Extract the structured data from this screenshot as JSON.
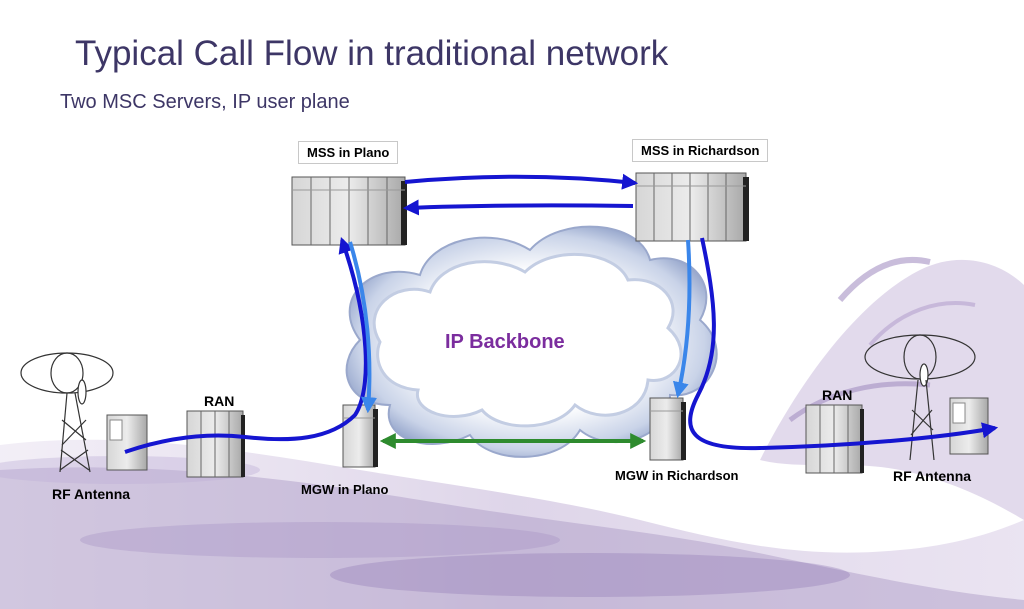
{
  "title": "Typical Call Flow in traditional network",
  "subtitle": "Two MSC Servers, IP user plane",
  "nodes": {
    "mss_plano": "MSS in Plano",
    "mss_richardson": "MSS in Richardson",
    "mgw_plano": "MGW in Plano",
    "mgw_richardson": "MGW in Richardson",
    "ran_left": "RAN",
    "ran_right": "RAN",
    "antenna_left": "RF Antenna",
    "antenna_right": "RF Antenna"
  },
  "cloud": {
    "label": "IP Backbone"
  },
  "colors": {
    "title": "#3d3666",
    "cloud_label": "#7b2d9e",
    "signal_arrow": "#1515d0",
    "control_arrow": "#3a86ea",
    "bearer_arrow": "#2e8b2e",
    "swirl": "#b9a6d0"
  }
}
